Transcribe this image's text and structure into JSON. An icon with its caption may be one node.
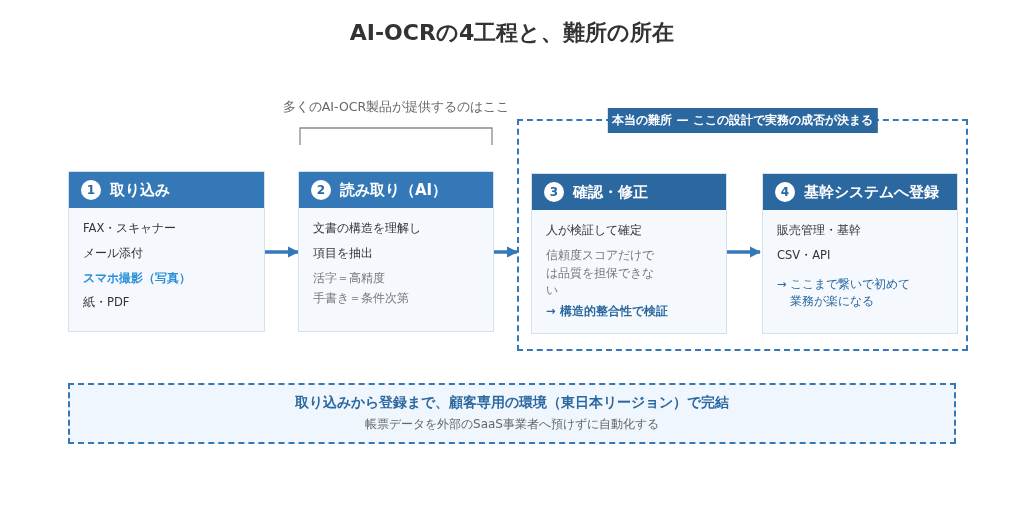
{
  "diagram": {
    "title": "AI-OCRの4工程と、難所の所在",
    "nodes": [
      {
        "text": [
          "1",
          "取り込み",
          "FAX・スキャナー",
          "メール添付",
          "スマホ撮影（写真）",
          "紙・PDF"
        ]
      },
      {
        "text": [
          "2",
          "読み取り（AI）",
          "文書の構造を理解し",
          "項目を抽出",
          "活字＝高精度",
          "手書き＝条件次第"
        ]
      },
      {
        "text": [
          "本当の難所 — ここの設計で実務の成否が決まる"
        ]
      },
      {
        "text": [
          "3",
          "確認・修正",
          "人が検証して確定",
          "信頼度スコアだけでは品質を担保できない",
          "→ 構造的整合性で検証"
        ],
        "in": 2
      },
      {
        "text": [
          "4",
          "基幹システムへ登録",
          "販売管理・基幹",
          "CSV・API",
          "→ ここまで繋いで初めて業務が楽になる"
        ],
        "in": 2
      },
      {
        "text": [
          "取り込みから登録まで、顧客専用の環境（東日本リージョン）で完結",
          "帳票データを外部のSaaS事業者へ預けずに自動化する"
        ]
      }
    ],
    "edges": [
      {
        "from": 0,
        "to": 1,
        "arrow": "to"
      },
      {
        "from": 1,
        "to": 2,
        "arrow": "to"
      },
      {
        "from": 3,
        "to": 4,
        "arrow": "to"
      }
    ],
    "labels": [
      "多くのAI-OCR製品が提供するのはここ"
    ]
  }
}
